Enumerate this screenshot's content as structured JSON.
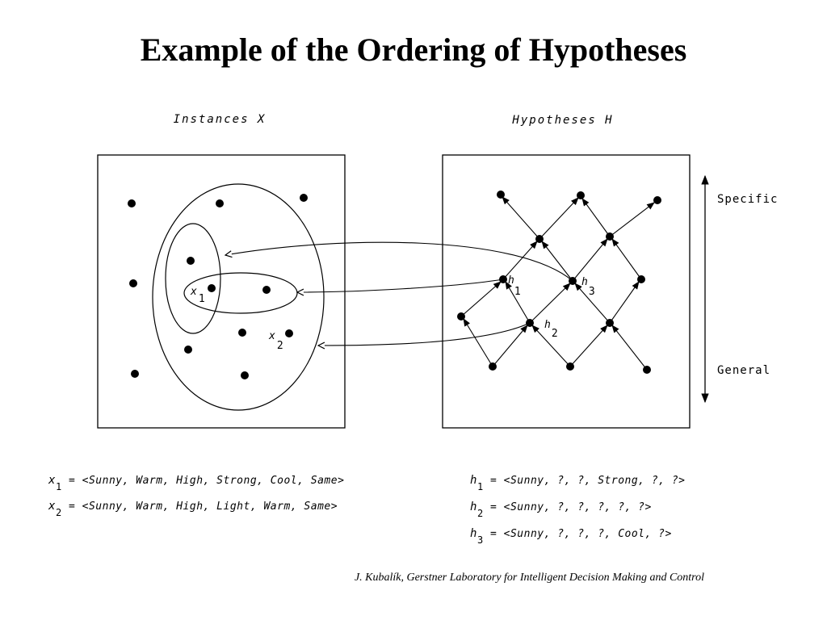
{
  "title": "Example of the Ordering of Hypotheses",
  "instances_panel": {
    "label": "Instances X",
    "x1": {
      "letter": "x",
      "sub": "1"
    },
    "x2": {
      "letter": "x",
      "sub": "2"
    }
  },
  "hypotheses_panel": {
    "label": "Hypotheses H",
    "h1": {
      "letter": "h",
      "sub": "1"
    },
    "h2": {
      "letter": "h",
      "sub": "2"
    },
    "h3": {
      "letter": "h",
      "sub": "3"
    }
  },
  "axis": {
    "top_label": "Specific",
    "bottom_label": "General"
  },
  "definitions": {
    "instances": [
      {
        "sym": "x",
        "sub": "1",
        "text": "= <Sunny, Warm, High, Strong, Cool, Same>"
      },
      {
        "sym": "x",
        "sub": "2",
        "text": "= <Sunny, Warm, High, Light, Warm, Same>"
      }
    ],
    "hypotheses": [
      {
        "sym": "h",
        "sub": "1",
        "text": "= <Sunny, ?, ?, Strong, ?, ?>"
      },
      {
        "sym": "h",
        "sub": "2",
        "text": "= <Sunny, ?, ?, ?, ?, ?>"
      },
      {
        "sym": "h",
        "sub": "3",
        "text": "= <Sunny, ?, ?, ?, Cool, ?>"
      }
    ]
  },
  "footer": "J. Kubalík, Gerstner Laboratory for Intelligent Decision Making and Control"
}
